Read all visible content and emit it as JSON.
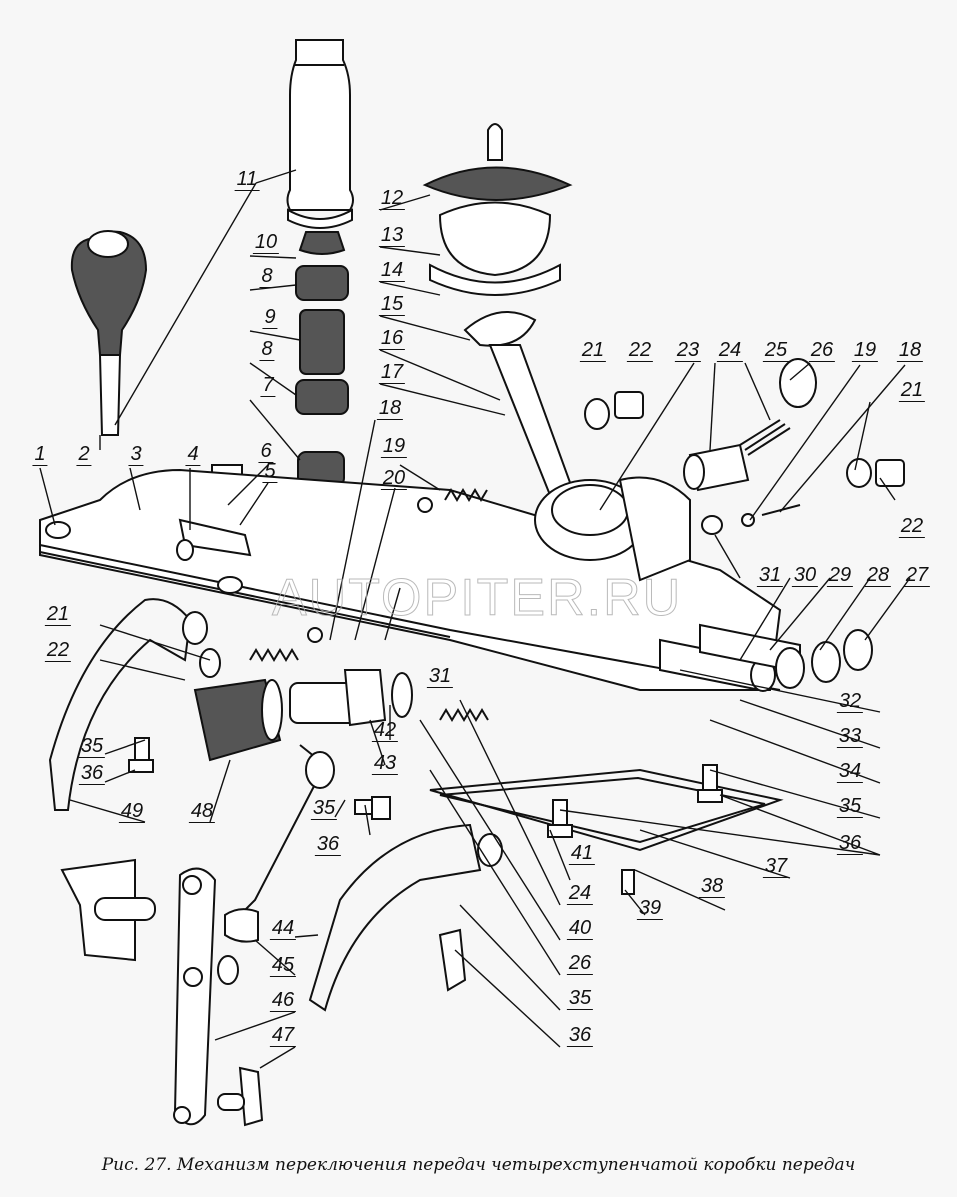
{
  "figure": {
    "caption": "Рис. 27. Механизм переключения передач четырехступенчатой коробки передач",
    "watermark": "AUTOPITER.RU"
  },
  "labels": [
    {
      "id": "1",
      "text": "1"
    },
    {
      "id": "2",
      "text": "2"
    },
    {
      "id": "3",
      "text": "3"
    },
    {
      "id": "4",
      "text": "4"
    },
    {
      "id": "5",
      "text": "5"
    },
    {
      "id": "6",
      "text": "6"
    },
    {
      "id": "7",
      "text": "7"
    },
    {
      "id": "8a",
      "text": "8"
    },
    {
      "id": "8b",
      "text": "8"
    },
    {
      "id": "9",
      "text": "9"
    },
    {
      "id": "10",
      "text": "10"
    },
    {
      "id": "11",
      "text": "11"
    },
    {
      "id": "12",
      "text": "12"
    },
    {
      "id": "13",
      "text": "13"
    },
    {
      "id": "14",
      "text": "14"
    },
    {
      "id": "15",
      "text": "15"
    },
    {
      "id": "16",
      "text": "16"
    },
    {
      "id": "17",
      "text": "17"
    },
    {
      "id": "18a",
      "text": "18"
    },
    {
      "id": "19a",
      "text": "19"
    },
    {
      "id": "20",
      "text": "20"
    },
    {
      "id": "21a",
      "text": "21"
    },
    {
      "id": "22a",
      "text": "22"
    },
    {
      "id": "23",
      "text": "23"
    },
    {
      "id": "24a",
      "text": "24"
    },
    {
      "id": "25",
      "text": "25"
    },
    {
      "id": "26a",
      "text": "26"
    },
    {
      "id": "19b",
      "text": "19"
    },
    {
      "id": "18b",
      "text": "18"
    },
    {
      "id": "21b",
      "text": "21"
    },
    {
      "id": "22b",
      "text": "22"
    },
    {
      "id": "31a",
      "text": "31"
    },
    {
      "id": "30",
      "text": "30"
    },
    {
      "id": "29",
      "text": "29"
    },
    {
      "id": "28",
      "text": "28"
    },
    {
      "id": "27",
      "text": "27"
    },
    {
      "id": "21c",
      "text": "21"
    },
    {
      "id": "22c",
      "text": "22"
    },
    {
      "id": "31b",
      "text": "31"
    },
    {
      "id": "32",
      "text": "32"
    },
    {
      "id": "33",
      "text": "33"
    },
    {
      "id": "34",
      "text": "34"
    },
    {
      "id": "35a",
      "text": "35"
    },
    {
      "id": "36a",
      "text": "36"
    },
    {
      "id": "37",
      "text": "37"
    },
    {
      "id": "38",
      "text": "38"
    },
    {
      "id": "39",
      "text": "39"
    },
    {
      "id": "42",
      "text": "42"
    },
    {
      "id": "43",
      "text": "43"
    },
    {
      "id": "35b",
      "text": "35"
    },
    {
      "id": "36b",
      "text": "36"
    },
    {
      "id": "49",
      "text": "49"
    },
    {
      "id": "48",
      "text": "48"
    },
    {
      "id": "35c",
      "text": "35"
    },
    {
      "id": "36c",
      "text": "36"
    },
    {
      "id": "41",
      "text": "41"
    },
    {
      "id": "24b",
      "text": "24"
    },
    {
      "id": "40",
      "text": "40"
    },
    {
      "id": "26b",
      "text": "26"
    },
    {
      "id": "35d",
      "text": "35"
    },
    {
      "id": "36d",
      "text": "36"
    },
    {
      "id": "44",
      "text": "44"
    },
    {
      "id": "45",
      "text": "45"
    },
    {
      "id": "46",
      "text": "46"
    },
    {
      "id": "47",
      "text": "47"
    }
  ]
}
